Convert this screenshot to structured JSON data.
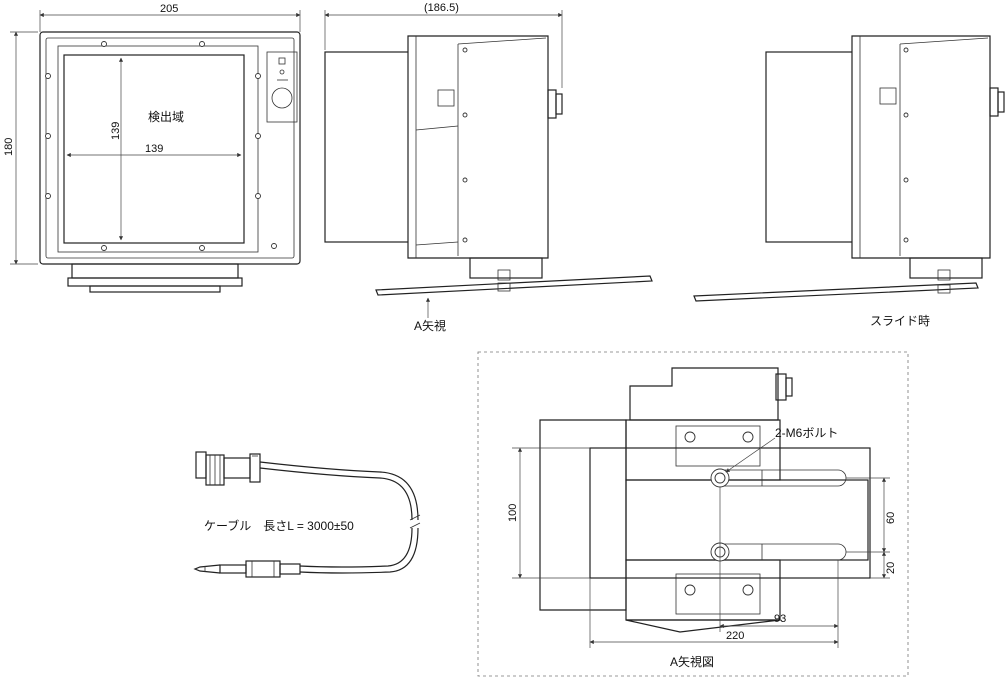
{
  "dimensions": {
    "front_width": "205",
    "front_height": "180",
    "side_depth": "(186.5)",
    "detect_h": "139",
    "detect_v": "139",
    "bottom_100": "100",
    "bottom_60": "60",
    "bottom_20": "20",
    "bottom_93": "93",
    "bottom_220": "220"
  },
  "labels": {
    "detection_area": "検出域",
    "arrow_view_a": "A矢視",
    "slide_state": "スライド時",
    "bolt": "2-M6ボルト",
    "cable": "ケーブル　長さL = 3000±50",
    "view_a_figure": "A矢視図"
  }
}
